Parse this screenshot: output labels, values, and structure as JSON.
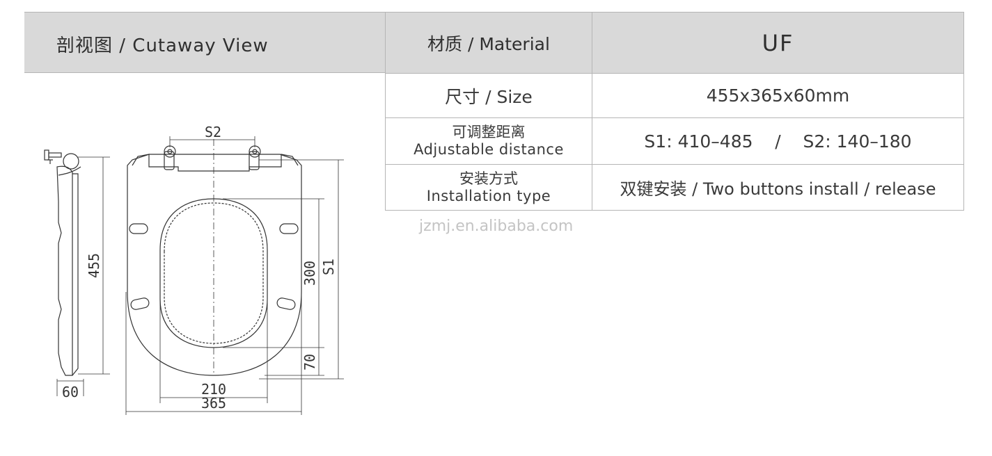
{
  "header": {
    "cutaway_title": "剖视图 / Cutaway View"
  },
  "spec_rows": [
    {
      "label": "材质 / Material",
      "value": "UF"
    },
    {
      "label": "尺寸 / Size",
      "value": "455x365x60mm"
    },
    {
      "label_zh": "可调整距离",
      "label_en": "Adjustable distance",
      "value": "S1: 410–485    /    S2: 140–180"
    },
    {
      "label_zh": "安装方式",
      "label_en": "Installation type",
      "value": "双键安装 / Two buttons install / release"
    }
  ],
  "watermark": "jzmj.en.alibaba.com",
  "drawing": {
    "dim_455": "455",
    "dim_60": "60",
    "dim_s2": "S2",
    "dim_300": "300",
    "dim_s1": "S1",
    "dim_70": "70",
    "dim_210": "210",
    "dim_365": "365"
  }
}
